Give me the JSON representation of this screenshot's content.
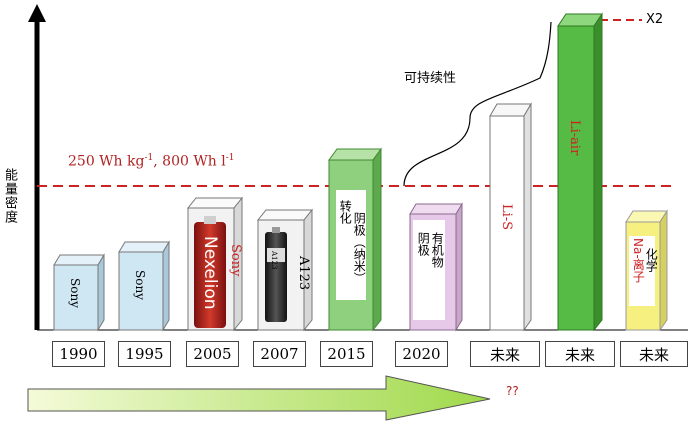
{
  "y_axis_title": "能量密度",
  "reference_line": {
    "label_main": "250 Wh kg",
    "sup1": "-1",
    "label_mid": ", 800 Wh l",
    "sup2": "-1",
    "color": "#cc2222"
  },
  "x2_label": "X2",
  "sustainability_label": "可持续性",
  "question_marks": "??",
  "years": [
    "1990",
    "1995",
    "2005",
    "2007",
    "2015",
    "2020",
    "未来",
    "未来",
    "未来"
  ],
  "bars": {
    "b1990": "Sony",
    "b1995": "Sony",
    "b2005_cell": "Nexelion",
    "b2005_brand": "Sony",
    "b2007_cell": "A123",
    "b2007_text": "A123",
    "b2015": [
      "转化",
      "阴极（纳米）"
    ],
    "b2020": [
      "阴极",
      "有机物"
    ],
    "b_lis": "Li-S",
    "b_liair": "Li-air",
    "b_na": [
      "Na-离子",
      "化学"
    ]
  },
  "colors": {
    "blue_bar": "#cfe6f3",
    "green_bar": "#55bb44",
    "pink_bar": "#e6c8e8",
    "yellow_bar": "#f5f080",
    "arrow": "#c9ec7f"
  }
}
